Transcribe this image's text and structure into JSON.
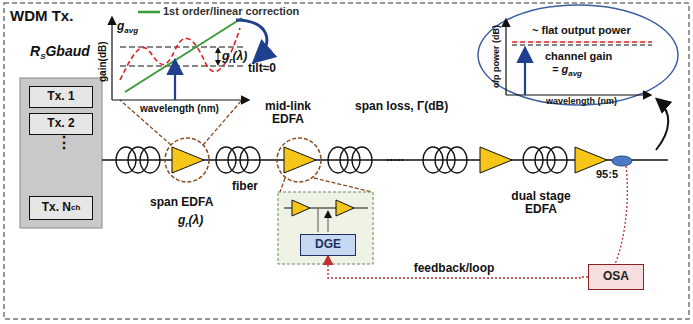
{
  "diagram": {
    "title": "WDM Tx.",
    "nodes": [
      {
        "text": [
          "Tx. 1"
        ]
      },
      {
        "text": [
          "Tx. 2"
        ]
      },
      {
        "text": [
          "Tx. N",
          "ch"
        ]
      },
      {
        "text": [
          "DGE"
        ]
      },
      {
        "text": [
          "OSA"
        ]
      }
    ],
    "edges": [
      {
        "from": 4,
        "to": 3,
        "arrow": "to",
        "label": "feedback/loop"
      }
    ],
    "labels": [
      "R",
      "S",
      "Gbaud",
      "⋮",
      "span EDFA",
      "g",
      "r",
      "(λ)",
      "fiber",
      "mid-link EDFA",
      "span loss, Γ(dB)",
      ".....",
      "dual stage EDFA",
      "95:5",
      "gain(dB)",
      "wavelength (nm)",
      "g",
      "avg",
      "g",
      "r",
      "(λ)",
      "tilt≈0",
      "o/p power (dB)",
      "wavelength (nm)",
      "~ flat output power",
      "channel gain",
      "= g",
      "avg"
    ],
    "legend": [
      {
        "text": "1st order/linear correction"
      }
    ]
  }
}
